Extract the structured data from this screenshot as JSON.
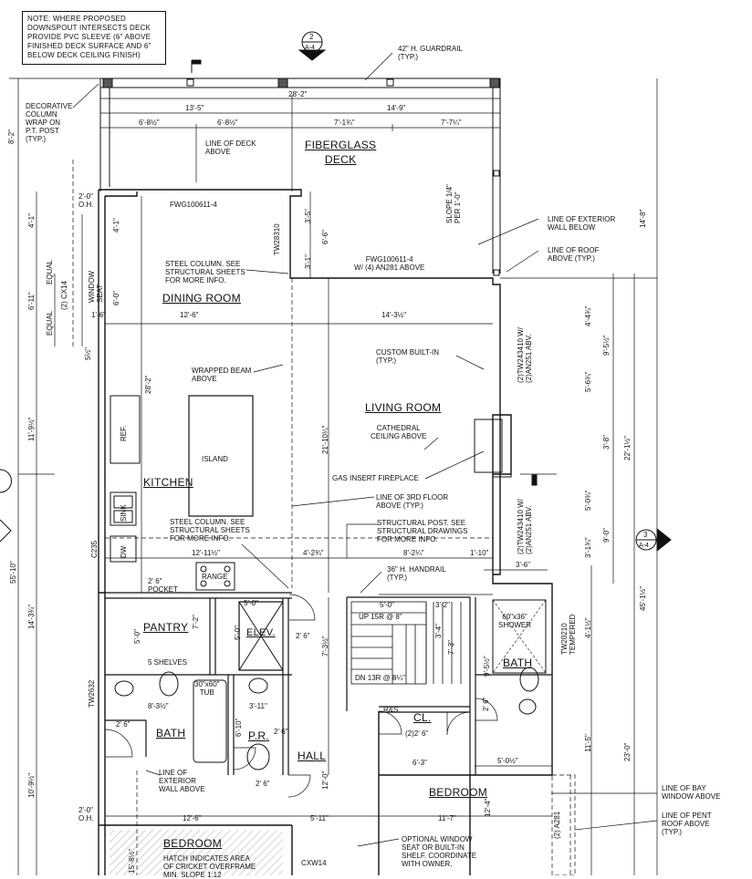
{
  "note": "NOTE: WHERE PROPOSED DOWNSPOUT INTERSECTS DECK PROVIDE PVC SLEEVE (6\" ABOVE FINISHED DECK SURFACE AND 6\" BELOW DECK CEILING FINISH)",
  "section_tag": {
    "number": "2",
    "sheet": "A-4"
  },
  "section_tag_right": {
    "number": "3",
    "sheet": "A-4"
  },
  "rooms": {
    "deck": "FIBERGLASS\nDECK",
    "dining": "DINING ROOM",
    "living": "LIVING ROOM",
    "kitchen": "KITCHEN",
    "pantry": "PANTRY",
    "bath_left": "BATH",
    "bath_right": "BATH",
    "hall": "HALL",
    "bedroom_left": "BEDROOM",
    "bedroom_right": "BEDROOM",
    "powder": "P.R.",
    "elevator": "ELEV.",
    "closet": "CL."
  },
  "notes": {
    "guardrail": "42\" H. GUARDRAIL\n(TYP.)",
    "column_wrap": "DECORATIVE\nCOLUMN\nWRAP ON\nP.T. POST\n(TYP.)",
    "deck_above": "LINE OF DECK\nABOVE",
    "slope": "SLOPE 1/4\"\nPER 1'-0\"",
    "ext_wall_below": "LINE OF EXTERIOR\nWALL BELOW",
    "roof_above": "LINE OF ROOF\nABOVE (TYP.)",
    "steel_col_1": "STEEL COLUMN. SEE\nSTRUCTURAL SHEETS\nFOR MORE INFO.",
    "wrapped_beam": "WRAPPED BEAM\nABOVE",
    "builtin": "CUSTOM BUILT-IN\n(TYP.)",
    "cathedral": "CATHEDRAL\nCEILING ABOVE",
    "fireplace": "GAS INSERT FIREPLACE",
    "third_floor": "LINE OF 3RD FLOOR\nABOVE (TYP.)",
    "steel_col_2": "STEEL COLUMN. SEE\nSTRUCTURAL SHEETS\nFOR MORE INFO.",
    "struct_post": "STRUCTURAL POST. SEE\nSTRUCTURAL DRAWINGS\nFOR MORE INFO.",
    "handrail": "36\" H. HANDRAIL\n(TYP.)",
    "ext_wall_above": "LINE OF\nEXTERIOR\nWALL ABOVE",
    "bay_window": "LINE OF BAY\nWINDOW ABOVE",
    "pent_roof": "LINE OF PENT\nROOF ABOVE\n(TYP.)",
    "optional_window": "OPTIONAL WINDOW\nSEAT OR BUILT-IN\nSHELF. COORDINATE\nWITH OWNER.",
    "hatch": "HATCH INDICATES AREA\nOF CRICKET OVERFRAME\nMIN. SLOPE 1:12"
  },
  "labels": {
    "fwg_top": "FWG100611-4",
    "fwg_deck": "FWG100611-4\nW/ (4) AN281 ABOVE",
    "tw28310": "TW28310",
    "cx14": "(2) CX14",
    "window_seat": "WINDOW\nSEAT",
    "equal_1": "EQUAL",
    "equal_2": "EQUAL",
    "ref": "REF.",
    "island": "ISLAND",
    "sink": "SINK",
    "dw": "DW",
    "c235": "C235",
    "range": "RANGE",
    "pocket": "2' 6\"\nPOCKET",
    "shelves": "5 SHELVES",
    "tub": "30\"x60\"\nTUB",
    "shower": "60\"x36\"\nSHOWER",
    "tw20210": "TW20210\nTEMPERED",
    "tw2632": "TW2632",
    "tw243410_1": "(2)TW243410 W/\n(2)AN251 ABV.",
    "tw243410_2": "(2)TW243410 W/\n(2)AN251 ABV.",
    "up": "UP 15R @ 8\"",
    "dn": "DN 13R @ 8¼\"",
    "rs": "R&S",
    "cl_door": "(2)2' 6\"",
    "a281": "(2) A281",
    "cxw14": "CXW14",
    "oh_1": "2'-0\"\nO.H.",
    "oh_2": "2'-0\"\nO.H."
  },
  "dims": {
    "d_28_2_top": "28'-2\"",
    "d_13_5": "13'-5\"",
    "d_14_9": "14'-9\"",
    "d_6_8a": "6'-8½\"",
    "d_6_8b": "6'-8½\"",
    "d_7_1": "7'-1¾\"",
    "d_7_7": "7'-7¼\"",
    "d_8_2": "8'-2\"",
    "d_4_1a": "4'-1\"",
    "d_4_1b": "4'-1\"",
    "d_6_11": "6'-11\"",
    "d_6_0": "6'-0\"",
    "d_1_6": "1'-6\"",
    "d_12_6a": "12'-6\"",
    "d_14_3": "14'-3½\"",
    "d_3_5": "3'-5\"",
    "d_6_6": "6'-6\"",
    "d_3_1": "3'-1\"",
    "d_28_2_v": "28'-2\"",
    "d_21_10": "21'-10¼\"",
    "d_11_9": "11'-9½\"",
    "d_55_10": "55'-10\"",
    "d_14_8": "14'-8\"",
    "d_4_4": "4'-4¾\"",
    "d_9_5": "9'-5½\"",
    "d_5_6": "5'-6¾\"",
    "d_3_8": "3'-8\"",
    "d_22_1": "22'-1½\"",
    "d_5_0a": "5'-0¾\"",
    "d_9_0": "9'-0\"",
    "d_3_1r": "3'-1¾\"",
    "d_45_1": "45'-1½\"",
    "d_12_11": "12'-11½\"",
    "d_4_2": "4'-2¾\"",
    "d_8_2h": "8'-2¼\"",
    "d_1_10": "1'-10\"",
    "d_3_6": "3'-6\"",
    "d_14_3v": "14'-3¾\"",
    "d_7_2": "7'-2\"",
    "d_5_0b": "5'-0\"",
    "d_5_0c": "5'-0\"",
    "d_5_0d": "5'-0\"",
    "d_5_0e": "5'-0\"",
    "d_3_2": "3'-2\"",
    "d_3_4": "3'-4\"",
    "d_7_3": "7'-3\"",
    "d_9_5b": "9'-5½\"",
    "d_4_1c": "4'-1½\"",
    "d_11_5": "11'-5\"",
    "d_23_0": "23'-0\"",
    "d_7_3b": "7'-3½\"",
    "d_8_3": "8'-3½\"",
    "d_3_11": "3'-11\"",
    "d_6_10": "6'-10\"",
    "d_2_6a": "2' 6\"",
    "d_2_6b": "2' 6\"",
    "d_2_6c": "2' 6\"",
    "d_2_6d": "2' 6\"",
    "d_2_6e": "2' 6\"",
    "d_6_3": "6'-3\"",
    "d_5_0f": "5'-0½\"",
    "d_12_0": "12'-0\"",
    "d_10_9": "10'-9½\"",
    "d_12_6b": "12'-6\"",
    "d_5_11": "5'-11\"",
    "d_11_7": "11'-7\"",
    "d_12_4": "12'-4\"",
    "d_15_8": "15'-8½\"",
    "d_5_half": "5½\""
  }
}
